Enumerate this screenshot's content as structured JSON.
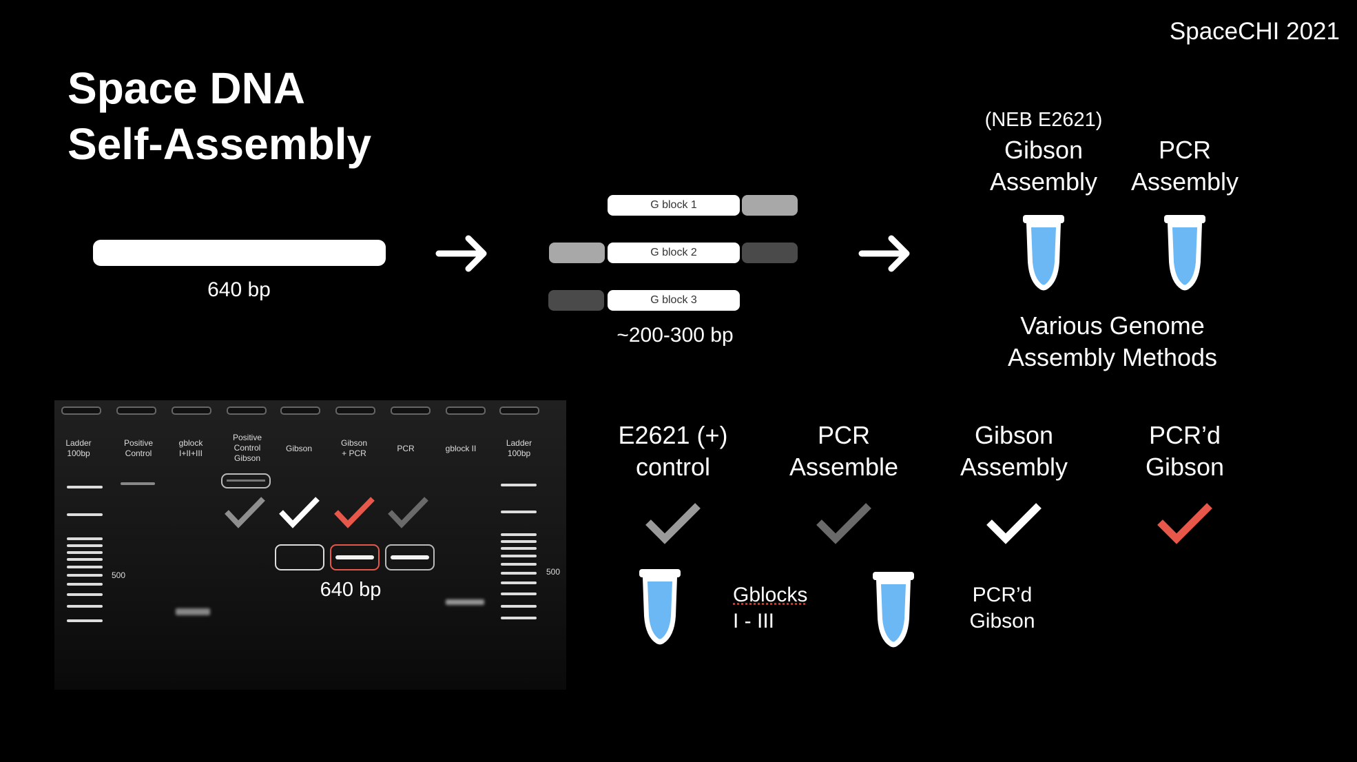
{
  "brand": "SpaceCHI 2021",
  "title": {
    "line1": "Space DNA",
    "line2": "Self-Assembly"
  },
  "full_length_label": "640 bp",
  "gblocks": {
    "block1": "G block 1",
    "block2": "G block 2",
    "block3": "G block 3",
    "size_label": "~200-300 bp"
  },
  "methods": {
    "gibson_prefix": "(NEB E2621)",
    "gibson": {
      "line1": "Gibson",
      "line2": "Assembly"
    },
    "pcr": {
      "line1": "PCR",
      "line2": "Assembly"
    },
    "caption": {
      "line1": "Various Genome",
      "line2": "Assembly Methods"
    }
  },
  "gel": {
    "lanes": [
      {
        "l1": "Ladder",
        "l2": "100bp"
      },
      {
        "l1": "Positive",
        "l2": "Control"
      },
      {
        "l1": "gblock",
        "l2": "I+II+III"
      },
      {
        "l1": "Positive",
        "l2": "Control",
        "l3": "Gibson"
      },
      {
        "l1": "Gibson"
      },
      {
        "l1": "Gibson",
        "l2": "+ PCR"
      },
      {
        "l1": "PCR"
      },
      {
        "l1": "gblock II"
      },
      {
        "l1": "Ladder",
        "l2": "100bp"
      }
    ],
    "marker_left": "500",
    "marker_right": "500",
    "band_label": "640 bp"
  },
  "results": [
    {
      "line1": "E2621 (+)",
      "line2": "control",
      "check_color": "#9a9a9a"
    },
    {
      "line1": "PCR",
      "line2": "Assemble",
      "check_color": "#6a6a6a"
    },
    {
      "line1": "Gibson",
      "line2": "Assembly",
      "check_color": "#ffffff"
    },
    {
      "line1": "PCR’d",
      "line2": "Gibson",
      "check_color": "#e8584a"
    }
  ],
  "tube_labels": {
    "gblocks": {
      "line1": "Gblocks",
      "line2": "I - III"
    },
    "pcrd": {
      "line1": "PCR’d",
      "line2": "Gibson"
    }
  },
  "colors": {
    "tube_blue": "#6bb8f5",
    "red_check": "#e8584a"
  }
}
